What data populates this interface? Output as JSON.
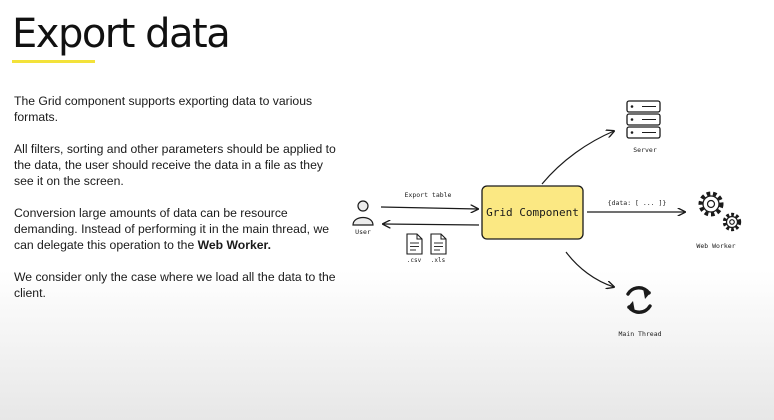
{
  "slide": {
    "title": "Export data",
    "accent_color": "#f3e23a",
    "paragraphs": [
      "The Grid component supports exporting data to various formats.",
      "All filters, sorting and other parameters should be applied to the data, the user should receive the data in a file as they see it on the screen.",
      "Conversion large amounts of data can be resource demanding. Instead of performing it in the main thread, we can delegate this operation to the ",
      "We consider only the case where we load all the data to the client."
    ],
    "paragraph3_emphasis": "Web Worker."
  },
  "diagram": {
    "grid_component_label": "Grid Component",
    "grid_component_color": "#fbe883",
    "user_label": "User",
    "export_arrow_label": "Export table",
    "csv_label": ".csv",
    "xls_label": ".xls",
    "server_label": "Server",
    "data_label": "{data: [ ... ]}",
    "web_worker_label": "Web Worker",
    "main_thread_label": "Main Thread",
    "icons": {
      "user": "user-icon",
      "csv_file": "document-icon",
      "xls_file": "document-icon",
      "server": "server-icon",
      "web_worker": "gears-icon",
      "main_thread": "refresh-icon"
    }
  }
}
